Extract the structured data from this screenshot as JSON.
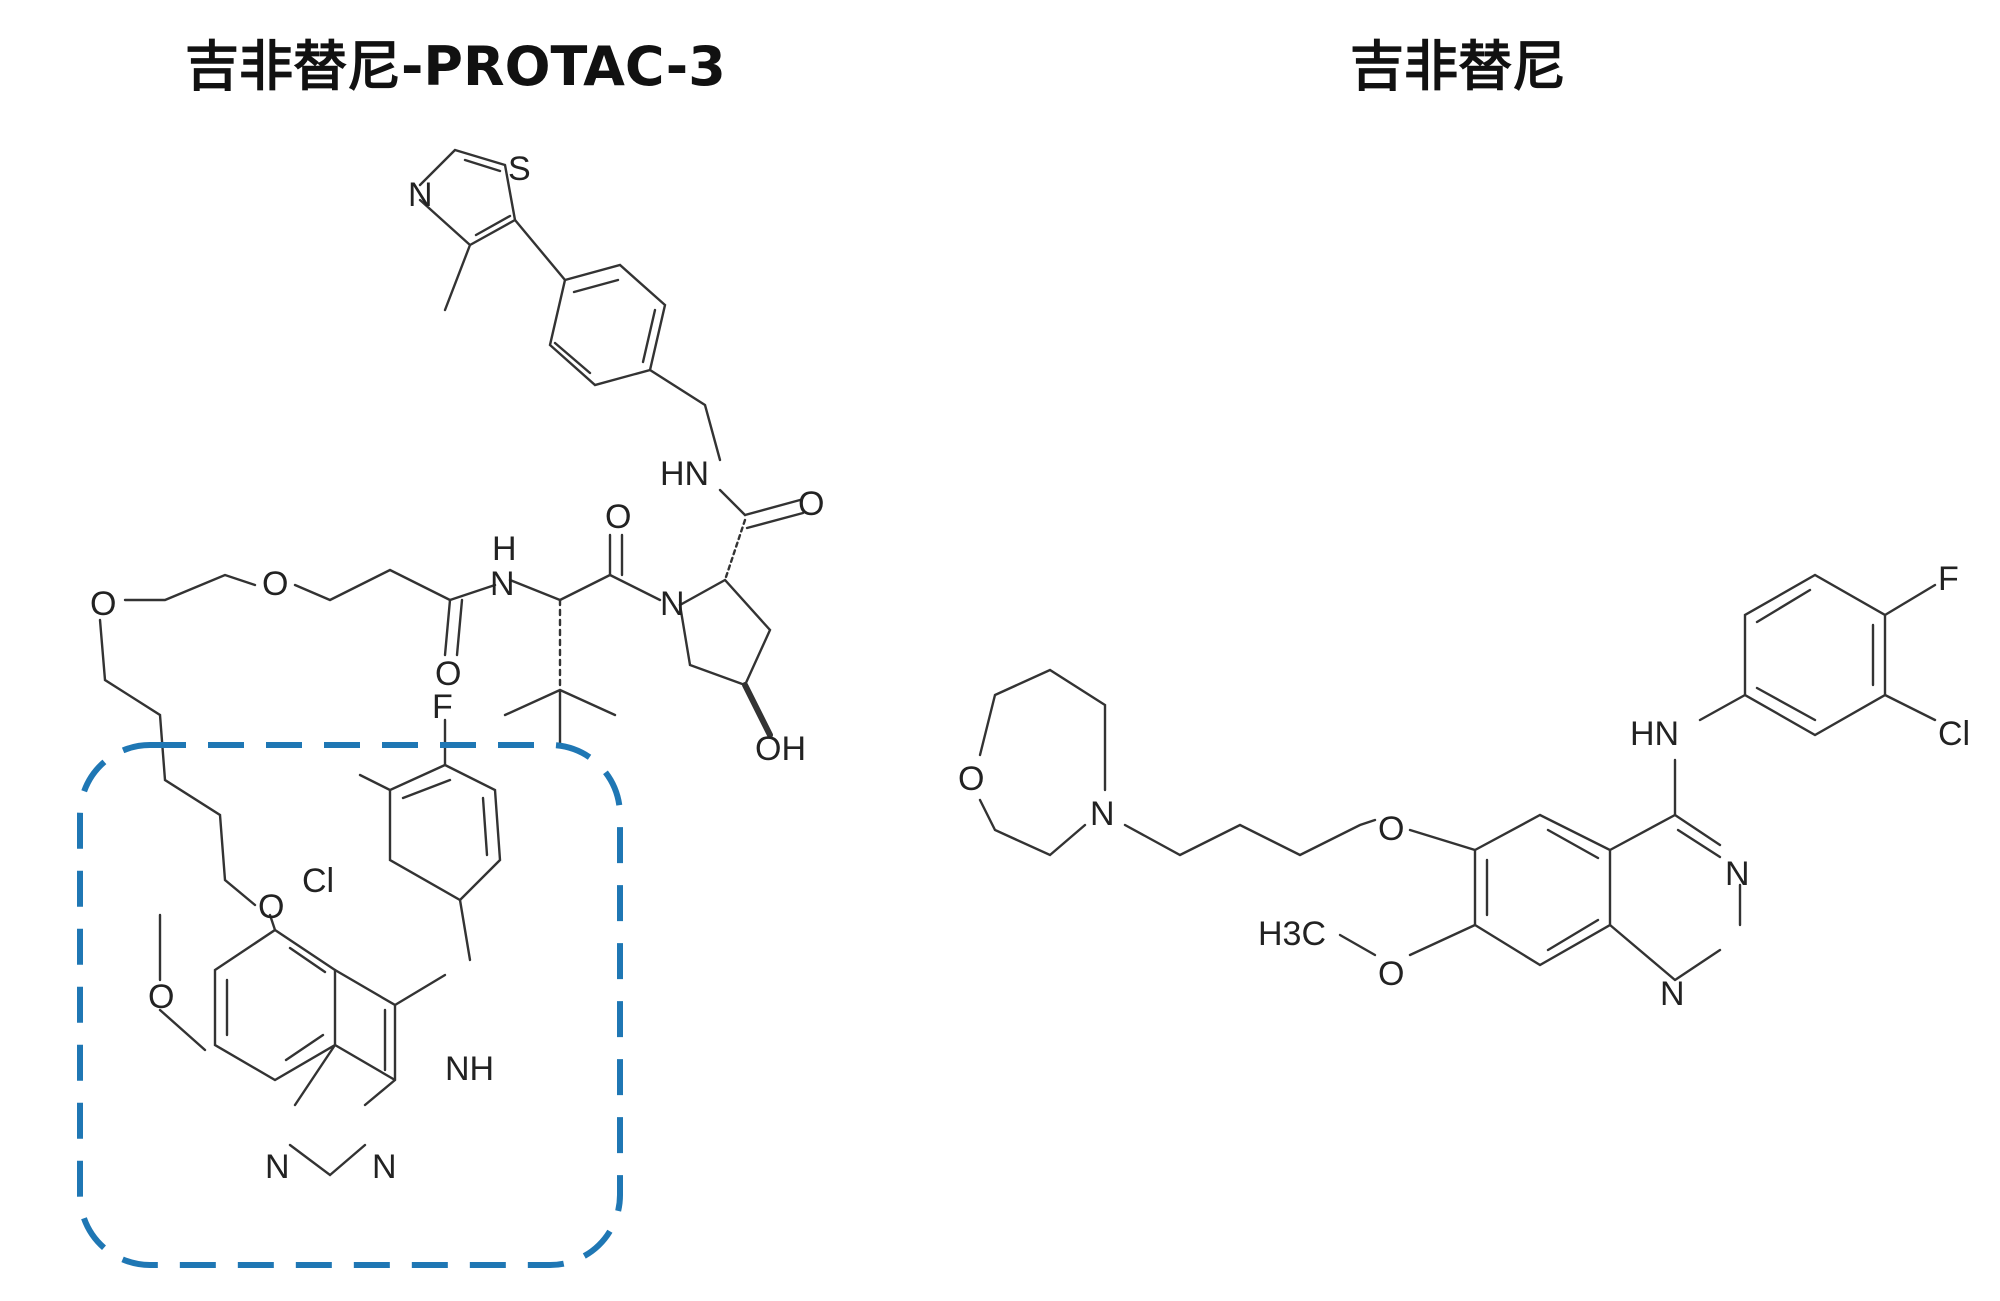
{
  "titles": {
    "left": "吉非替尼-PROTAC-3",
    "right": "吉非替尼"
  },
  "colors": {
    "highlight": "#1f77b4",
    "bond": "#333333",
    "text": "#111111"
  },
  "atom_labels": {
    "N": "N",
    "S": "S",
    "O": "O",
    "HN": "HN",
    "H": "H",
    "OH": "OH",
    "F": "F",
    "Cl": "Cl",
    "NH": "NH",
    "H3C": "H3C"
  }
}
